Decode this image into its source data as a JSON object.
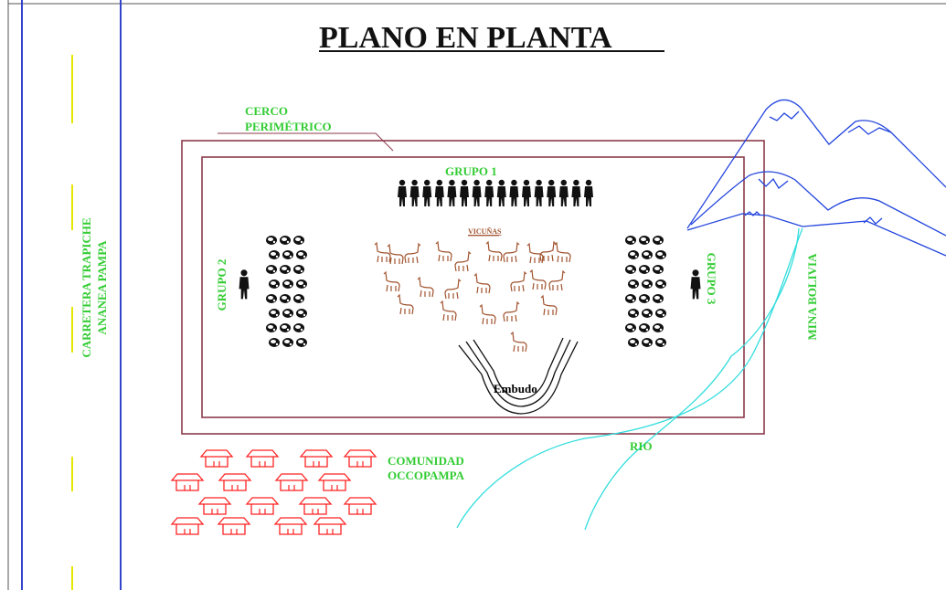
{
  "title": "PLANO EN PLANTA",
  "labels": {
    "fence": [
      "CERCO",
      "PERIMÉTRICO"
    ],
    "group1": "GRUPO 1",
    "group2": "GRUPO 2",
    "group3": "GRUPO 3",
    "vicunas": "VICUÑAS",
    "funnel": "Embudo",
    "road": [
      "CARRETERA TRAPICHE",
      "ANANEA PAMPA"
    ],
    "community": [
      "COMUNIDAD",
      "OCCOPAMPA"
    ],
    "river": "RIO",
    "mine": "MINA BOLIVIA"
  },
  "colors": {
    "fence": "#8b3a4a",
    "labels": "#33cc33",
    "road_edge": "#3344cc",
    "road_center": "#e6e600",
    "mountains": "#2244dd",
    "river": "#33dddd",
    "houses": "#ff2222",
    "vicunas": "#a0522d",
    "people": "#111111"
  },
  "icons": {
    "people": "person-icon",
    "vicunas": "vicuna-icon",
    "houses": "house-icon",
    "mountains": "mountain-icon"
  }
}
